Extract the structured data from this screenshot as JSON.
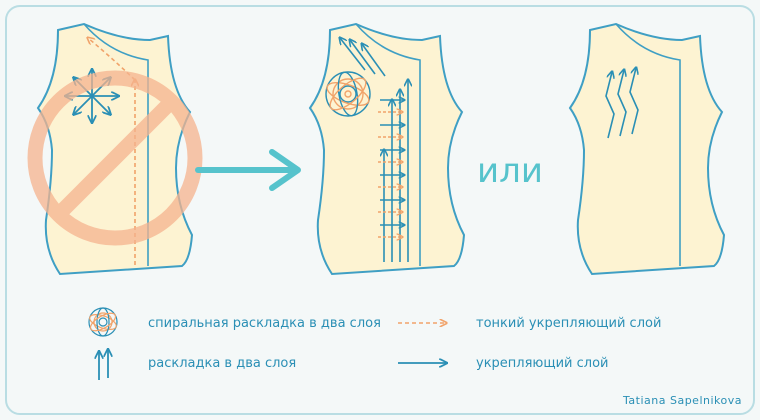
{
  "colors": {
    "background": "#f4f8f8",
    "frame": "#b9dde3",
    "garment_fill": "#fdf3d2",
    "garment_outline": "#3f9fc4",
    "arrow_blue": "#2a8fb5",
    "arrow_orange": "#f1a36a",
    "prohibit": "#f6b38e",
    "big_arrow": "#56c3cc"
  },
  "separator": "или",
  "legend": {
    "spiral_double": "спиральная раскладка в два слоя",
    "double_layer": "раскладка в два слоя",
    "thin_reinforcing": "тонкий укрепляющий слой",
    "reinforcing": "укрепляющий слой"
  },
  "credit": "Tatiana  Sapelnikova",
  "icons": [
    "prohibition-icon",
    "spiral-icon",
    "double-arrow-icon",
    "dashed-arrow-icon",
    "solid-arrow-icon",
    "right-arrow-icon"
  ]
}
